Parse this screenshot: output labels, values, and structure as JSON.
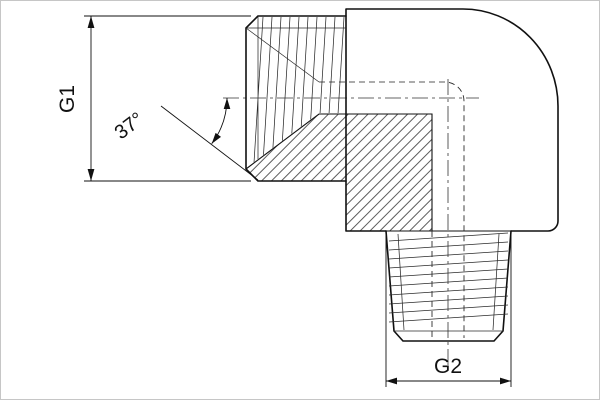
{
  "drawing": {
    "labels": {
      "g1": "G1",
      "angle": "37°",
      "g2": "G2"
    },
    "colors": {
      "line": "#111111",
      "background": "#ffffff"
    }
  }
}
